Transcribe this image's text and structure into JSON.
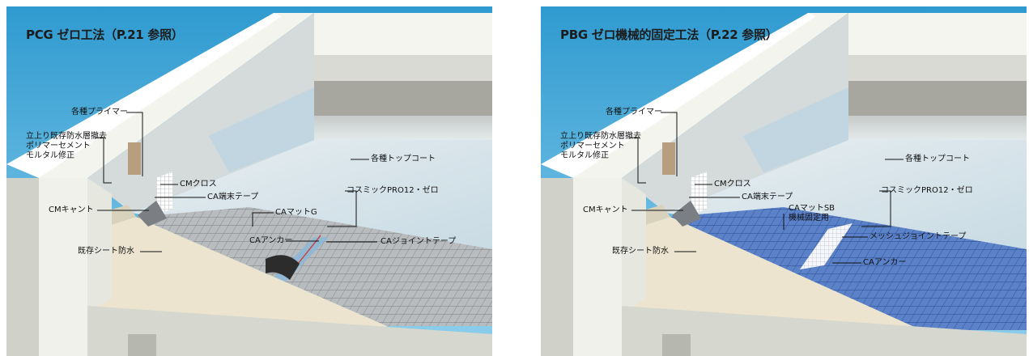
{
  "panels": [
    {
      "title": "PCG ゼロ工法（P.21 参照）",
      "labels": {
        "primer": "各種プライマー",
        "removal": [
          "立上り既存防水層撤去",
          "ポリマーセメント",
          "モルタル修正"
        ],
        "cross": "CMクロス",
        "end_tape": "CA端末テープ",
        "cant": "CMキャント",
        "mat": "CAマットG",
        "anchor": "CAアンカー",
        "joint_tape": "CAジョイントテープ",
        "sheet": "既存シート防水",
        "topcoat": "各種トップコート",
        "cosmic": "コスミックPRO12・ゼロ"
      }
    },
    {
      "title": "PBG ゼロ機械的固定工法（P.22 参照）",
      "labels": {
        "primer": "各種プライマー",
        "removal": [
          "立上り既存防水層撤去",
          "ポリマーセメント",
          "モルタル修正"
        ],
        "cross": "CMクロス",
        "end_tape": "CA端末テープ",
        "cant": "CMキャント",
        "mat": [
          "CAマットSB",
          "機械固定用"
        ],
        "mesh_tape": "メッシュジョイントテープ",
        "sheet": "既存シート防水",
        "anchor": "CAアンカー",
        "topcoat": "各種トップコート",
        "cosmic": "コスミックPRO12・ゼロ"
      }
    }
  ],
  "colors": {
    "sky_top": "#2f9ad0",
    "sky_bottom": "#7ec9ea",
    "parapet": "#f1f2ec",
    "parapet_shade": "#cfd0c8",
    "wall_dark": "#a7a79f",
    "membrane_light": "#dbe8ee",
    "grid_gray": "#9ea3a6",
    "grid_blue": "#4f79c3",
    "sheet_beige": "#ece4cf"
  }
}
